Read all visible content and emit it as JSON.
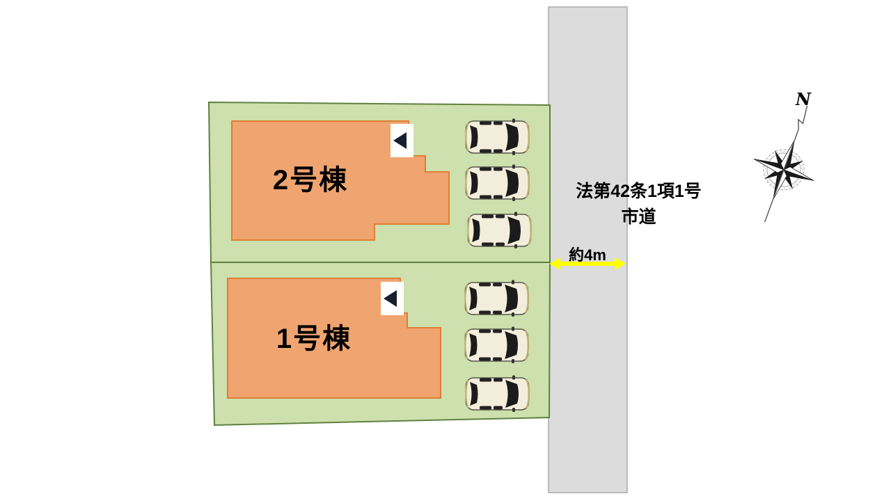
{
  "scene": {
    "road": {
      "regulation": "法第42条1項1号",
      "road_type": "市道",
      "width": "約4m"
    },
    "lots": [
      {
        "name": "lot-2",
        "building": "2号棟",
        "car_count": 3
      },
      {
        "name": "lot-1",
        "building": "1号棟",
        "car_count": 3
      }
    ],
    "compass": {
      "north": "N"
    }
  },
  "colors": {
    "lot_fill": "#cde0ad",
    "lot_border": "#60803f",
    "building_fill": "#f0a46f",
    "building_border": "#de7e35",
    "road_fill": "#dcdcdc",
    "road_border": "#aaaaaa",
    "arrow_yellow": "#ffff00",
    "marker_triangle": "#16202e",
    "car_body": "#f3eedb",
    "text_black": "#000000"
  }
}
